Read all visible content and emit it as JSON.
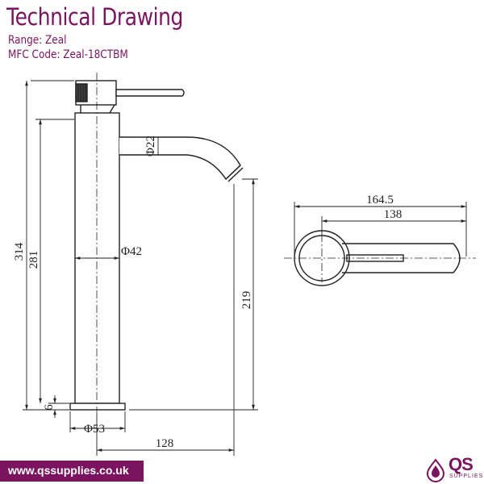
{
  "header": {
    "title": "Technical Drawing",
    "range_label": "Range:",
    "range_value": "Zeal",
    "code_label": "MFC Code:",
    "code_value": "Zeal-18CTBM"
  },
  "dimensions": {
    "overall_height": "314",
    "body_height": "281",
    "spout_height": "219",
    "base_height": "6",
    "outlet_diameter": "Φ22",
    "body_diameter": "Φ42",
    "base_diameter": "Φ53",
    "reach": "128",
    "total_width": "164.5",
    "handle_length": "138"
  },
  "footer": {
    "url": "www.qssupplies.co.uk",
    "logo_text": "QS",
    "logo_sub": "SUPPLIES"
  },
  "colors": {
    "brand": "#7a1460",
    "line": "#222222"
  }
}
